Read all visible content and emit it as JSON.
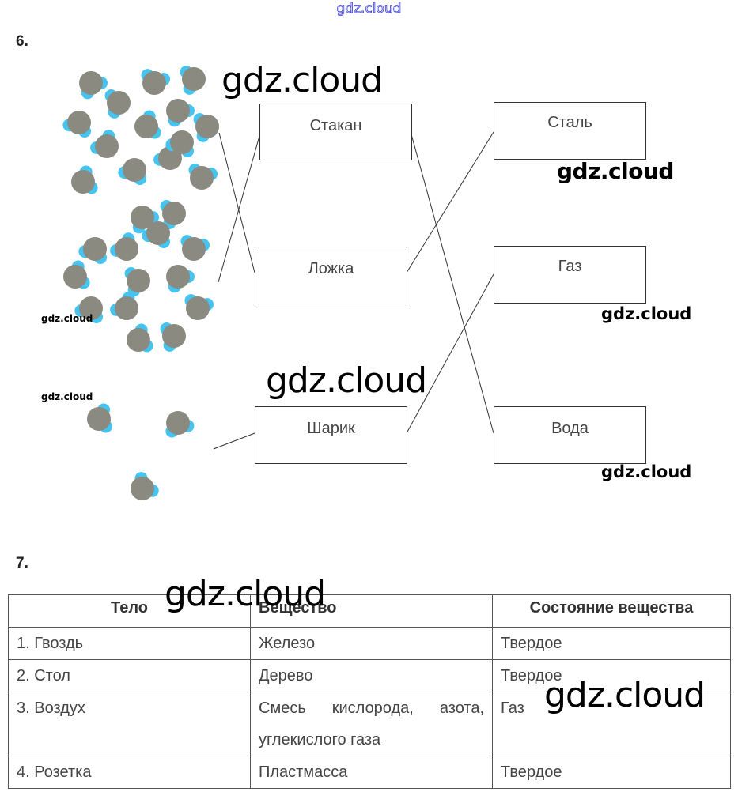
{
  "site_watermark": "gdz.cloud",
  "watermark": "gdz.cloud",
  "task6": {
    "number": "6.",
    "left_boxes": [
      "Стакан",
      "Ложка",
      "Шарик"
    ],
    "right_boxes": [
      "Сталь",
      "Газ",
      "Вода"
    ],
    "colors": {
      "molecule_center": "#8a8a80",
      "molecule_atom": "#45c4f0"
    }
  },
  "task7": {
    "number": "7.",
    "headers": [
      "Тело",
      "Вещество",
      "Состояние вещества"
    ],
    "rows": [
      [
        "1. Гвоздь",
        "Железо",
        "Твердое"
      ],
      [
        "2. Стол",
        "Дерево",
        "Твердое"
      ],
      [
        "3. Воздух",
        "Смесь кислорода, азота,",
        "Газ"
      ],
      [
        "4. Розетка",
        "Пластмасса",
        "Твердое"
      ]
    ],
    "row3_substance_line2": "углекислого газа"
  }
}
